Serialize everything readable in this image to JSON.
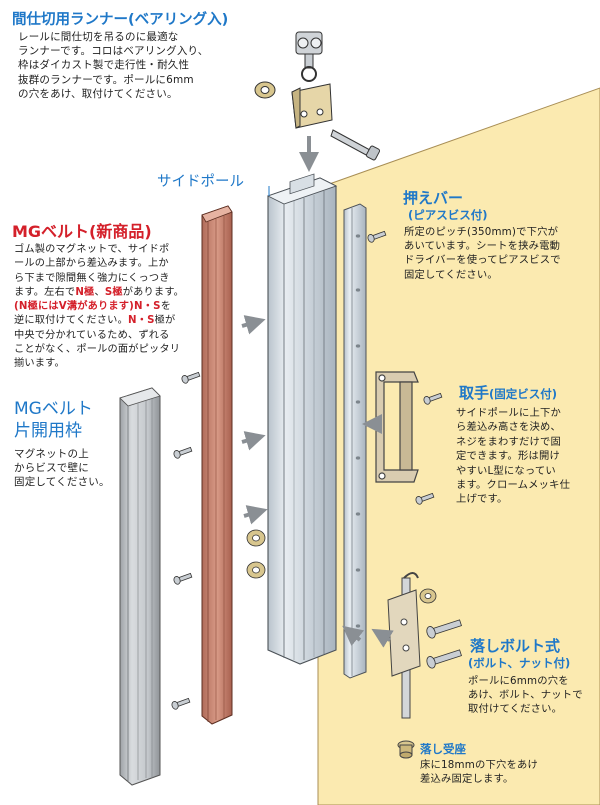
{
  "colors": {
    "heading_blue": "#1f78c8",
    "accent_red": "#d4202a",
    "screen_yellow": "#fbeab0",
    "copper_belt": "#cf8e7c",
    "aluminum": "#d6dde3"
  },
  "runner": {
    "title": "間仕切用ランナー(ベアリング入)",
    "lines": [
      "レールに間仕切を吊るのに最適な",
      "ランナーです。コロはベアリング入り、",
      "枠はダイカスト製で走行性・耐久性",
      "抜群のランナーです。ポールに6mm",
      "の穴をあけ、取付けてください。"
    ]
  },
  "side_pole": {
    "title": "サイドポール"
  },
  "mg_belt": {
    "title": "MGベルト(新商品)",
    "l1": "ゴム製のマグネットで、サイドポ",
    "l2": "ールの上部から差込みます。上か",
    "l3": "ら下まで隙間無く強力にくっつき",
    "l4_a": "ます。左右で",
    "l4_n": "N極",
    "l4_b": "、",
    "l4_s": "S極",
    "l4_c": "があります。",
    "l5_a": "(",
    "l5_n": "N極",
    "l5_b": "にはV溝があります)",
    "l5_ns": "N・S",
    "l5_c": "を",
    "l6_a": "逆に取付けてください。",
    "l6_ns": "N・S",
    "l6_b": "極が",
    "l7": "中央で分かれているため、ずれる",
    "l8": "ことがなく、ポールの面がピッタリ",
    "l9": "揃います。"
  },
  "mg_frame": {
    "title1": "MGベルト",
    "title2": "片開用枠",
    "lines": [
      "マグネットの上",
      "からビスで壁に",
      "固定してください。"
    ]
  },
  "press_bar": {
    "title": "押えバー",
    "subtitle": "(ピアスビス付)",
    "lines": [
      "所定のピッチ(350mm)で下穴が",
      "あいています。シートを挟み電動",
      "ドライバーを使ってピアスビスで",
      "固定してください。"
    ]
  },
  "handle": {
    "title": "取手",
    "subtitle": "(固定ビス付)",
    "lines": [
      "サイドポールに上下か",
      "ら差込み高さを決め、",
      "ネジをまわすだけで固",
      "定できます。形は開け",
      "やすいL型になってい",
      "ます。クロームメッキ仕",
      "上げです。"
    ]
  },
  "drop_bolt": {
    "title": "落しボルト式",
    "subtitle": "(ボルト、ナット付)",
    "lines": [
      "ポールに6mmの穴を",
      "あけ、ボルト、ナットで",
      "取付けてください。"
    ]
  },
  "floor_seat": {
    "title": "落し受座",
    "lines": [
      "床に18mmの下穴をあけ",
      "差込み固定します。"
    ]
  }
}
